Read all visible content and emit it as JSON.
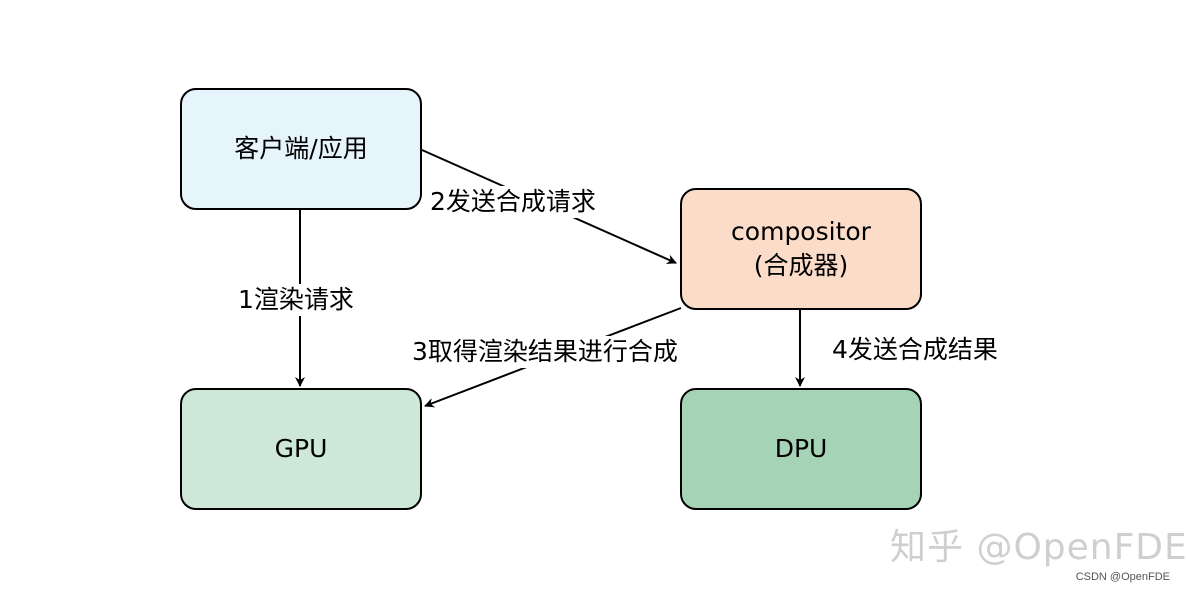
{
  "nodes": {
    "client": {
      "label": "客户端/应用",
      "fill": "#e6f4fc"
    },
    "compositor": {
      "label": "compositor\n(合成器)",
      "fill": "#fbdcc8"
    },
    "gpu": {
      "label": "GPU",
      "fill": "#cde8d6"
    },
    "dpu": {
      "label": "DPU",
      "fill": "#a5d3b6"
    }
  },
  "edges": {
    "render_request": {
      "label": "1渲染请求"
    },
    "send_compose_request": {
      "label": "2发送合成请求"
    },
    "fetch_render_result": {
      "label": "3取得渲染结果进行合成"
    },
    "send_compose_result": {
      "label": "4发送合成结果"
    }
  },
  "watermark": "知乎 @OpenFDE",
  "footer_credit": "CSDN @OpenFDE",
  "colors": {
    "stroke": "#000000",
    "watermark": "#cfcfcf"
  }
}
